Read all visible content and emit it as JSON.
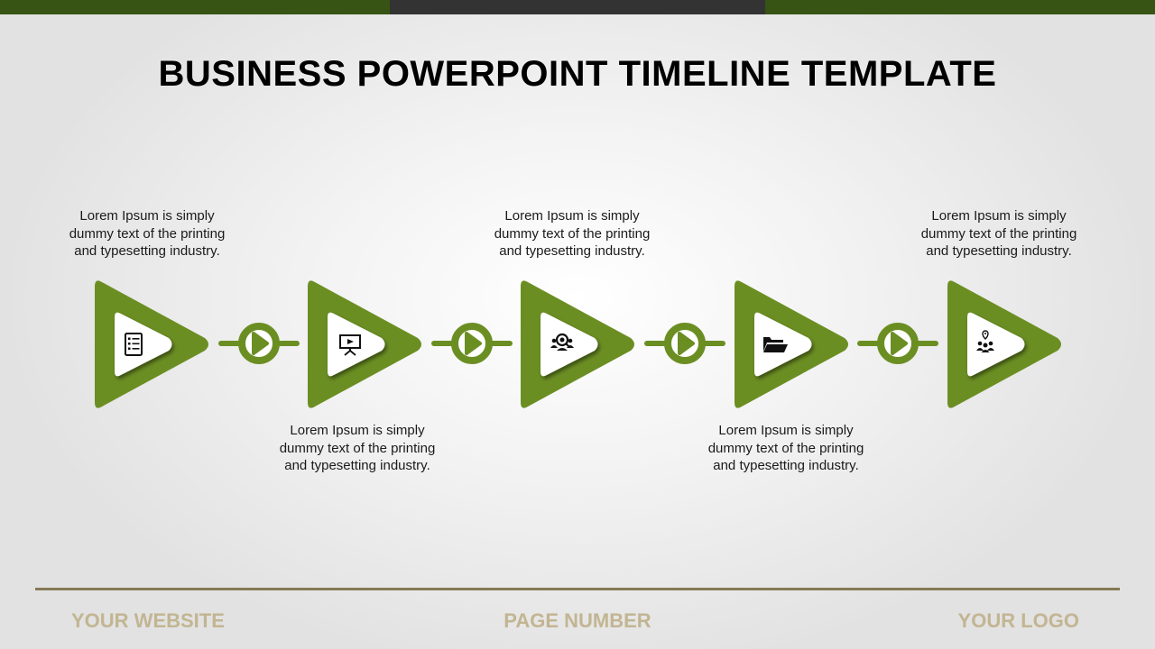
{
  "slide": {
    "title": "BUSINESS POWERPOINT TIMELINE TEMPLATE",
    "colors": {
      "accent_green": "#6b8e23",
      "dark_green": "#375414",
      "dark_bar": "#333333",
      "footer_line": "#857a56",
      "footer_text": "#c2b592"
    }
  },
  "timeline": {
    "steps": [
      {
        "icon": "checklist-icon",
        "description": "Lorem Ipsum is simply dummy text of the printing and typesetting industry."
      },
      {
        "icon": "presentation-board-icon",
        "description": "Lorem Ipsum is simply dummy text of the printing and typesetting industry."
      },
      {
        "icon": "team-search-icon",
        "description": "Lorem Ipsum is simply dummy text of the printing and typesetting industry."
      },
      {
        "icon": "open-folder-icon",
        "description": "Lorem Ipsum is simply dummy text of the printing and typesetting industry."
      },
      {
        "icon": "team-location-icon",
        "description": "Lorem Ipsum is simply dummy text of the printing and typesetting industry."
      }
    ],
    "connector_icon": "play-icon"
  },
  "footer": {
    "website": "YOUR WEBSITE",
    "page_number": "PAGE NUMBER",
    "logo": "YOUR LOGO"
  }
}
